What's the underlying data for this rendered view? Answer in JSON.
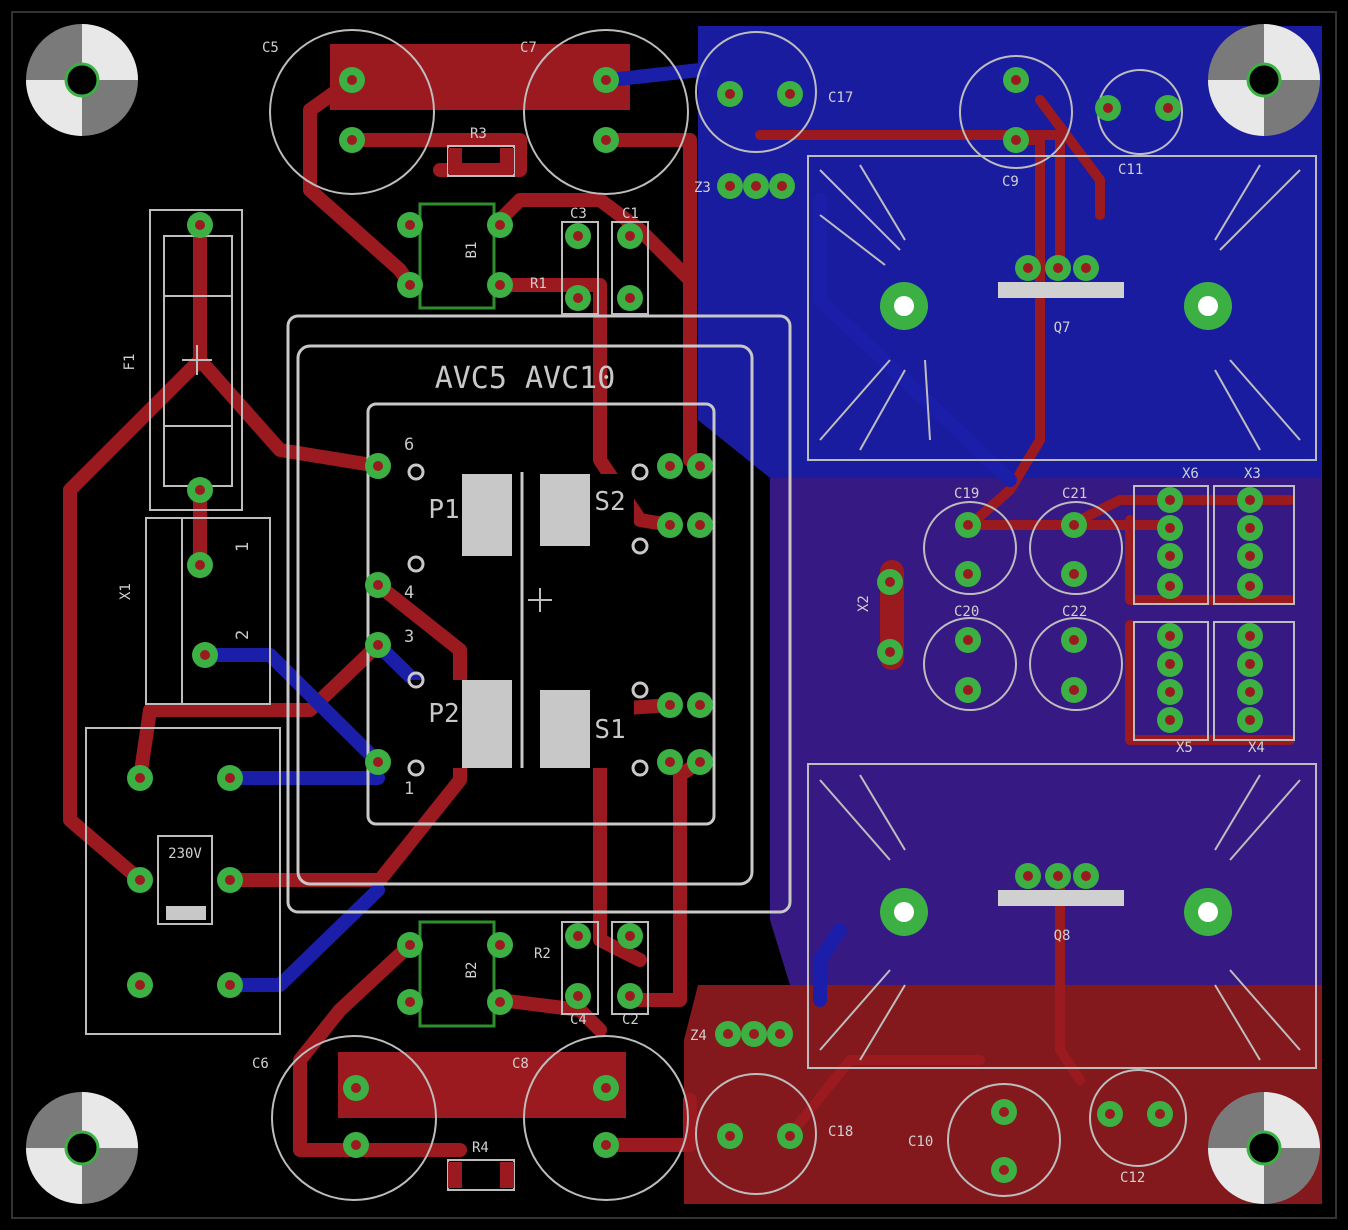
{
  "colors": {
    "board": "#000000",
    "top_copper": "#9b1a1f",
    "bottom_copper": "#1b1ea8",
    "pad": "#3cb043",
    "silkscreen": "#c8c8c8",
    "outline": "#2f8f2f"
  },
  "transformer": {
    "title": "AVC5 AVC10",
    "windings": [
      "P1",
      "P2",
      "S1",
      "S2"
    ],
    "pins": [
      "6",
      "4",
      "3",
      "1"
    ]
  },
  "components": {
    "capacitors_large": [
      "C5",
      "C7",
      "C6",
      "C8"
    ],
    "capacitors_small": [
      "C1",
      "C2",
      "C3",
      "C4",
      "C9",
      "C10",
      "C11",
      "C12",
      "C17",
      "C18",
      "C19",
      "C20",
      "C21",
      "C22"
    ],
    "resistors": [
      "R1",
      "R2",
      "R3",
      "R4"
    ],
    "bridges": [
      "B1",
      "B2"
    ],
    "zeners": [
      "Z3",
      "Z4"
    ],
    "regulators": [
      "Q7",
      "Q8"
    ],
    "connectors": [
      "X1",
      "X2",
      "X3",
      "X4",
      "X5",
      "X6"
    ],
    "fuse": "F1",
    "voltage_selector": "230V",
    "x1_pins": [
      "1",
      "2"
    ]
  }
}
